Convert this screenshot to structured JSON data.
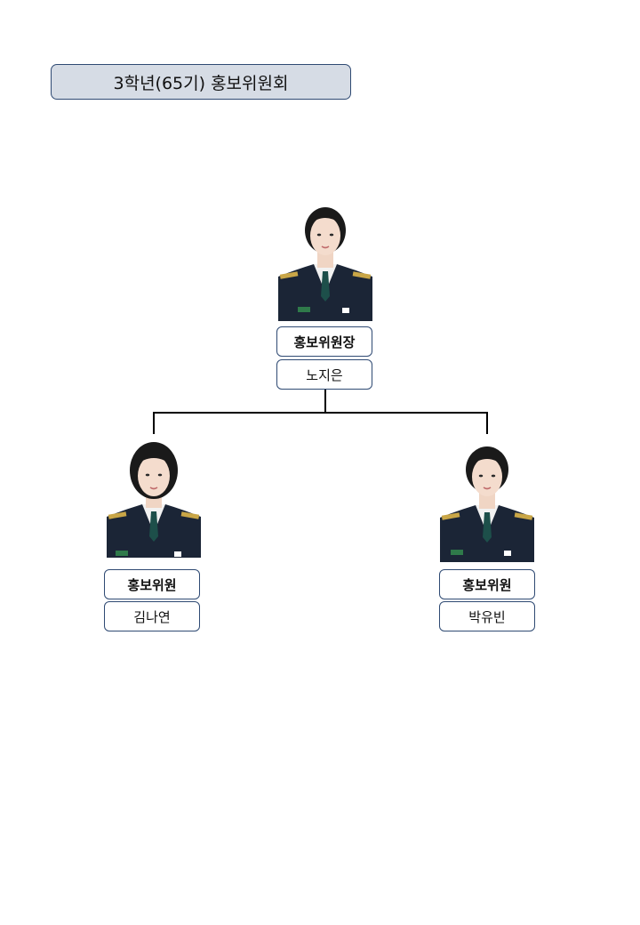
{
  "header": {
    "title": "3학년(65기) 홍보위원회"
  },
  "leader": {
    "role": "홍보위원장",
    "name": "노지은"
  },
  "members": [
    {
      "role": "홍보위원",
      "name": "김나연"
    },
    {
      "role": "홍보위원",
      "name": "박유빈"
    }
  ],
  "colors": {
    "title_fill": "#d6dce5",
    "border": "#2f4a73",
    "uniform": "#1b2536"
  }
}
